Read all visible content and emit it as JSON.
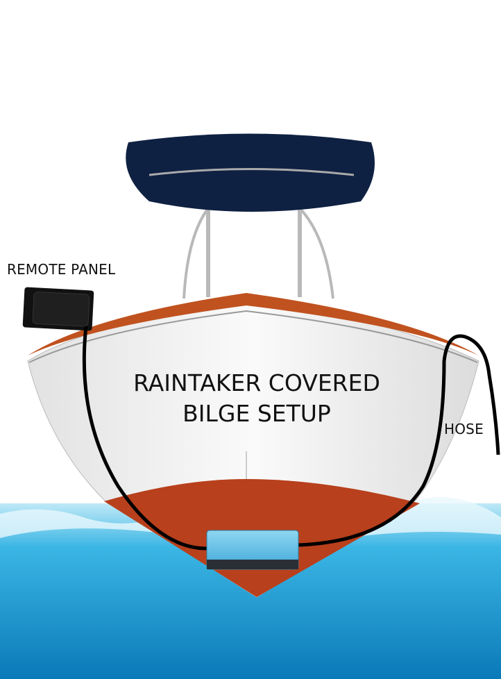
{
  "labels": {
    "remote_panel": "REMOTE PANEL",
    "hose": "HOSE",
    "title_line1": "RAINTAKER COVERED",
    "title_line2": "BILGE SETUP"
  },
  "colors": {
    "bimini": "#0f2142",
    "hull": "#f4f4f4",
    "bottom_paint": "#b8401c",
    "water": "#1a9fd6",
    "pump": "#5bbfe8"
  }
}
